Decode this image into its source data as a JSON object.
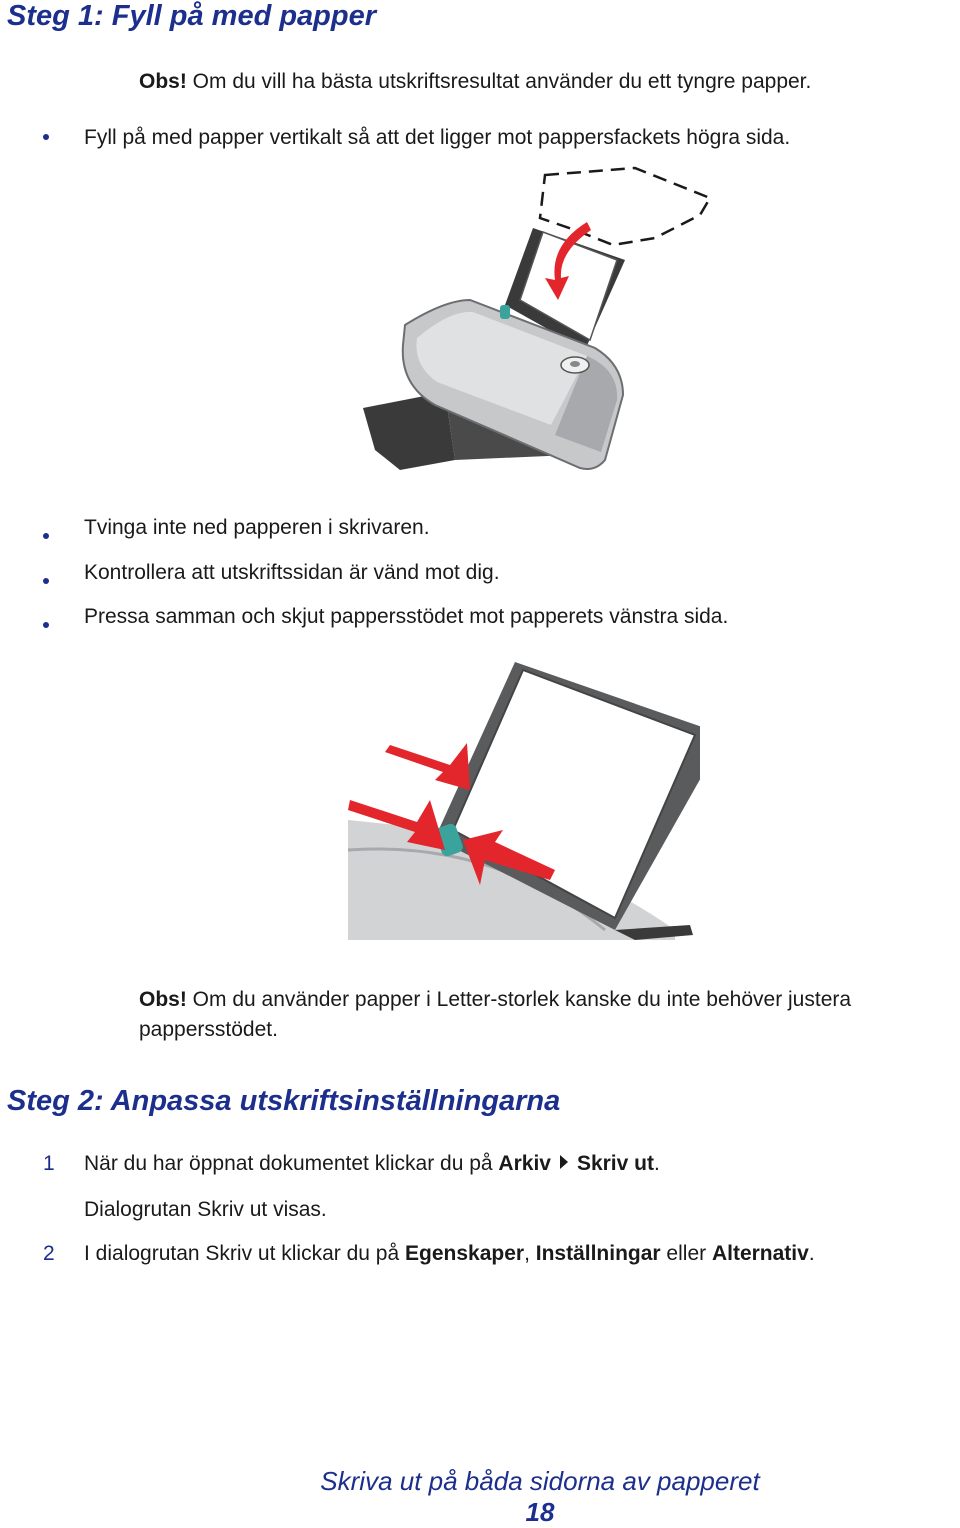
{
  "step1": {
    "heading": "Steg 1: Fyll på med papper",
    "note1": {
      "label": "Obs!",
      "text": " Om du vill ha bästa utskriftsresultat använder du ett tyngre papper."
    },
    "bullet1": "Fyll på med papper vertikalt så att det ligger mot pappersfackets högra sida.",
    "bullets": [
      "Tvinga inte ned papperen i skrivaren.",
      "Kontrollera att utskriftssidan är vänd mot dig.",
      "Pressa samman och skjut pappersstödet mot papperets vänstra sida."
    ],
    "note2": {
      "label": "Obs!",
      "text": " Om du använder papper i Letter-storlek kanske du inte behöver justera pappersstödet."
    }
  },
  "step2": {
    "heading": "Steg 2: Anpassa utskriftsinställningarna",
    "items": [
      {
        "num": "1",
        "pre": "När du har öppnat dokumentet klickar du på ",
        "b1": "Arkiv",
        "b2": "Skriv ut",
        "post": "."
      },
      {
        "sub": "Dialogrutan Skriv ut visas."
      },
      {
        "num": "2",
        "pre": "I dialogrutan Skriv ut klickar du på ",
        "b1": "Egenskaper",
        "mid1": ", ",
        "b2": "Inställningar",
        "mid2": " eller ",
        "b3": "Alternativ",
        "post": "."
      }
    ]
  },
  "footer": {
    "title": "Skriva ut på båda sidorna av papperet",
    "page": "18"
  },
  "colors": {
    "heading": "#1d2f8c",
    "arrow": "#e3262c",
    "guide": "#3aa39b"
  },
  "icons": {
    "menu_separator": "triangle-right-icon"
  }
}
